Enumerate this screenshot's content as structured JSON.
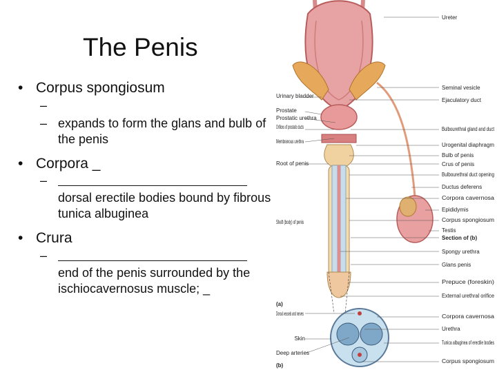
{
  "slide": {
    "title": "The Penis",
    "b1": "Corpus spongiosum",
    "b1_s1": "",
    "b1_s2": "expands to form the glans and bulb of the penis",
    "b2": "Corpora _",
    "b2_s1": "dorsal erectile bodies bound by fibrous tunica albuginea",
    "b3": "Crura",
    "b3_s1": "end of the penis surrounded by the ischiocavernosus muscle; _",
    "dash": "–",
    "bullet": "•"
  },
  "figure": {
    "left_labels": {
      "urinary_bladder": "Urinary bladder",
      "prostate": "Prostate",
      "prostatic_urethra": "Prostatic urethra",
      "orifices": "Orifices of prostatic ducts",
      "membranous_urethra": "Membranous urethra",
      "root": "Root of penis",
      "shaft": "Shaft (body) of penis",
      "panel_a": "(a)",
      "dorsal_vessels": "Dorsal vessels and nerves",
      "skin": "Skin",
      "deep_arteries": "Deep arteries",
      "panel_b": "(b)"
    },
    "right_labels": {
      "ureter": "Ureter",
      "seminal_vesicle": "Seminal vesicle",
      "ejaculatory_duct": "Ejaculatory duct",
      "bulbourethral_gland": "Bulbourethral gland and duct",
      "urogenital_diaphragm": "Urogenital diaphragm",
      "bulb": "Bulb of penis",
      "crus": "Crus of penis",
      "bulbourethral_opening": "Bulbourethral duct opening",
      "ductus_deferens": "Ductus deferens",
      "corpora_cavernosa": "Corpora cavernosa",
      "epididymis": "Epididymis",
      "corpus_spongiosum": "Corpus spongiosum",
      "testis": "Testis",
      "section_of_b": "Section of (b)",
      "spongy_urethra": "Spongy urethra",
      "glans": "Glans penis",
      "prepuce": "Prepuce (foreskin)",
      "external_orifice": "External urethral orifice",
      "corpora_cavernosa_b": "Corpora cavernosa",
      "urethra_b": "Urethra",
      "tunica": "Tunica albuginea of erectile bodies",
      "corpus_spongiosum_b": "Corpus spongiosum"
    }
  }
}
